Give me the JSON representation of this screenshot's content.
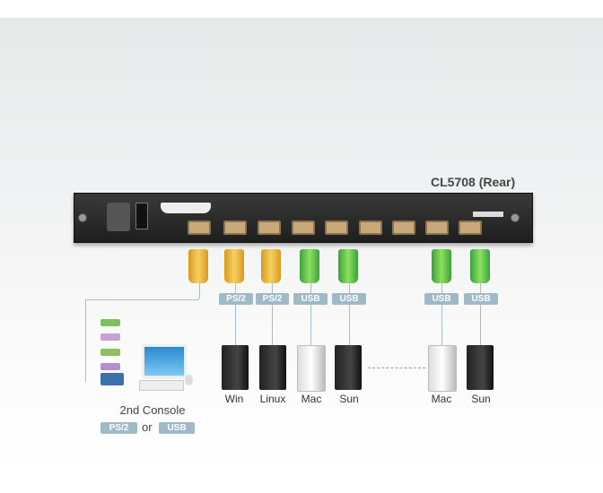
{
  "title": "CL5708 (Rear)",
  "ports_labels": [
    "PS/2",
    "PS/2",
    "USB",
    "USB",
    "USB",
    "USB"
  ],
  "computers": [
    "Win",
    "Linux",
    "Mac",
    "Sun",
    "Mac",
    "Sun"
  ],
  "console": {
    "label": "2nd Console",
    "opt1": "PS/2",
    "or": "or",
    "opt2": "USB"
  },
  "colors": {
    "badge": "#9fb9c6",
    "orange": "#f0c040",
    "green": "#5cc040",
    "panel": "#2a2a2a"
  }
}
